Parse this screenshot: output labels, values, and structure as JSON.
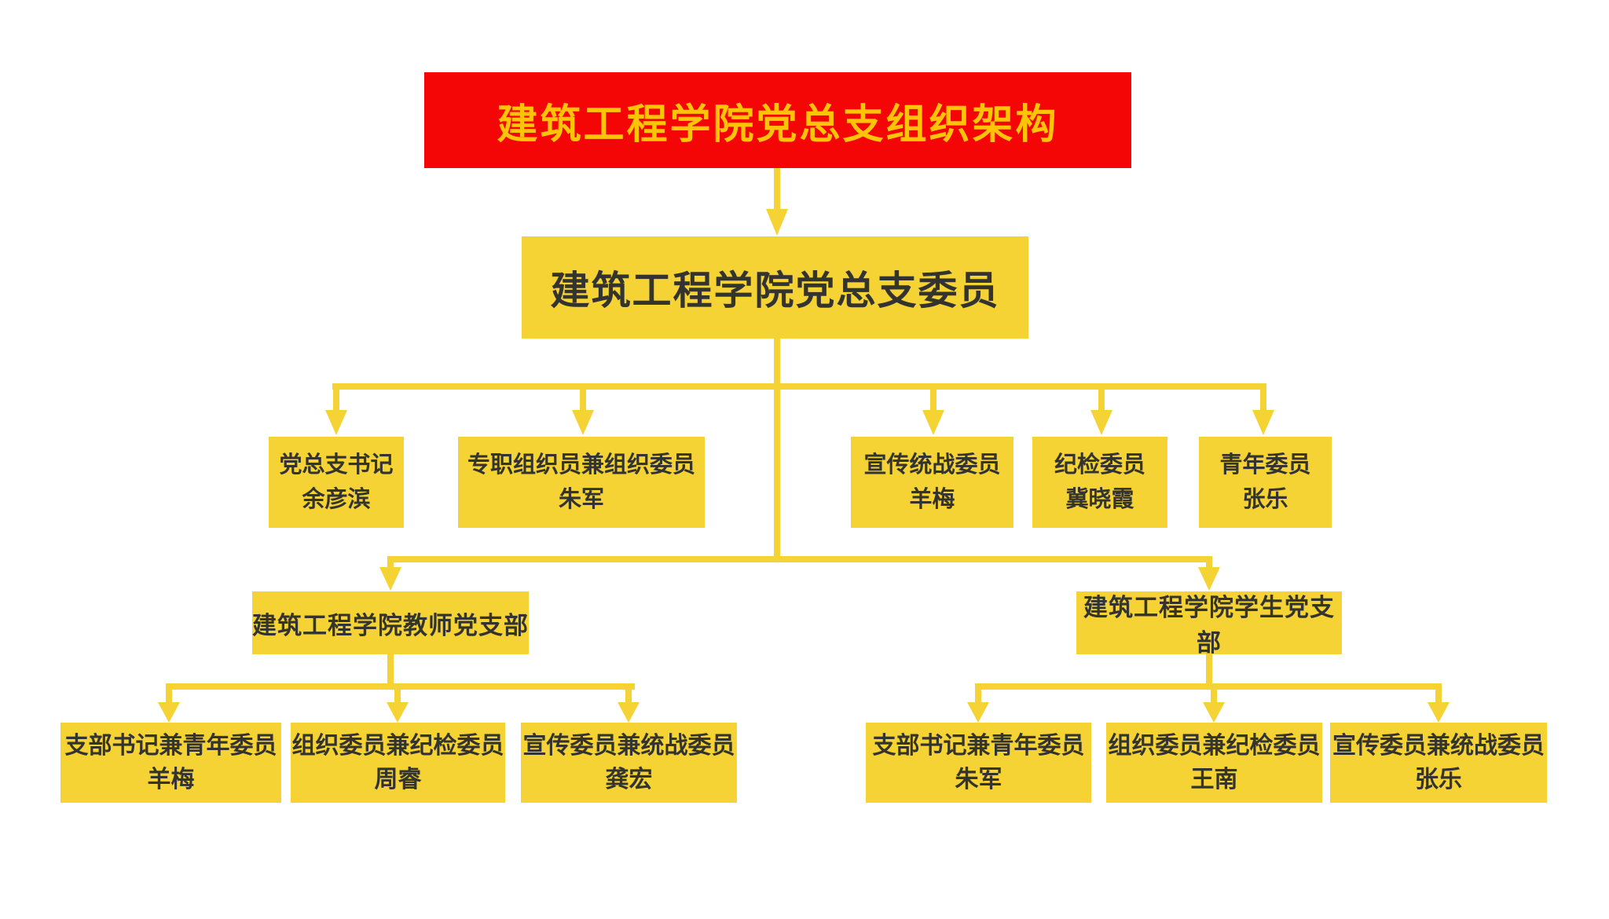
{
  "colors": {
    "banner_red": "#f40606",
    "node_yellow": "#f5d335",
    "banner_text_gold": "#ffc408",
    "node_text_dark": "#333330",
    "background": "#ffffff"
  },
  "org_chart": {
    "title": "建筑工程学院党总支组织架构",
    "committee": "建筑工程学院党总支委员",
    "committee_members": [
      {
        "role": "党总支书记",
        "name": "余彦滨"
      },
      {
        "role": "专职组织员兼组织委员",
        "name": "朱军"
      },
      {
        "role": "宣传统战委员",
        "name": "羊梅"
      },
      {
        "role": "纪检委员",
        "name": "冀晓霞"
      },
      {
        "role": "青年委员",
        "name": "张乐"
      }
    ],
    "branches": [
      {
        "name": "建筑工程学院教师党支部",
        "members": [
          {
            "role": "支部书记兼青年委员",
            "name": "羊梅"
          },
          {
            "role": "组织委员兼纪检委员",
            "name": "周睿"
          },
          {
            "role": "宣传委员兼统战委员",
            "name": "龚宏"
          }
        ]
      },
      {
        "name": "建筑工程学院学生党支部",
        "members": [
          {
            "role": "支部书记兼青年委员",
            "name": "朱军"
          },
          {
            "role": "组织委员兼纪检委员",
            "name": "王南"
          },
          {
            "role": "宣传委员兼统战委员",
            "name": "张乐"
          }
        ]
      }
    ]
  }
}
